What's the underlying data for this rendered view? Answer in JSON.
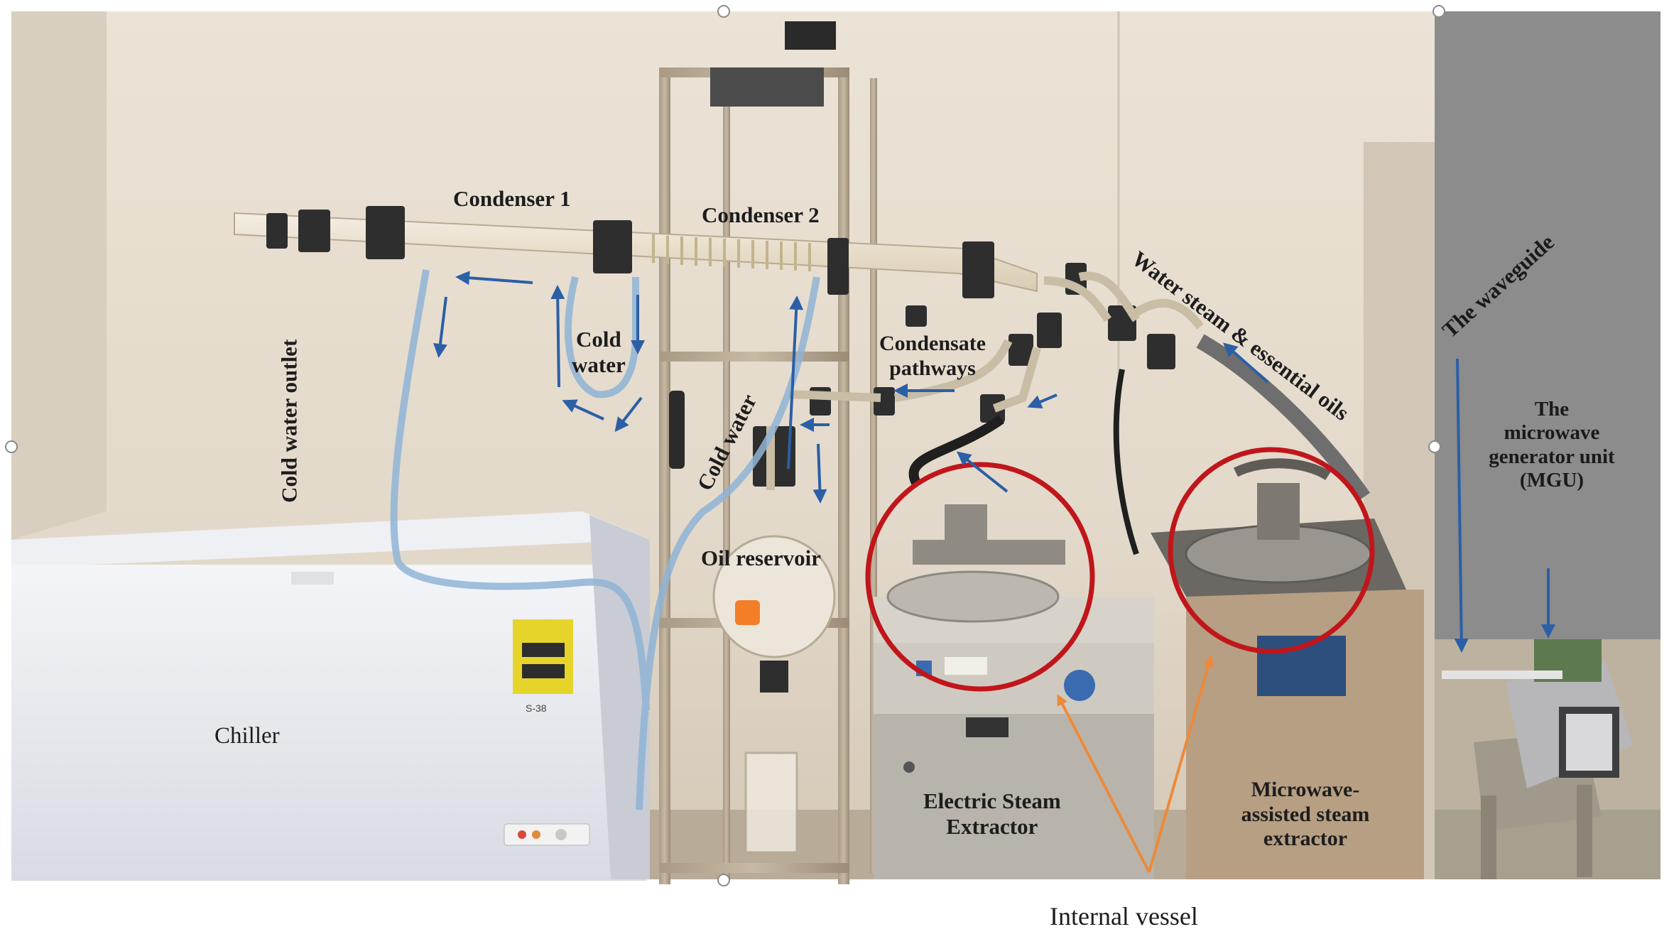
{
  "labels": {
    "condenser1": "Condenser 1",
    "condenser2": "Condenser 2",
    "cold_water_outlet": "Cold water outlet",
    "cold_water_center_line1": "Cold",
    "cold_water_center_line2": "water",
    "cold_water_right": "Cold water",
    "condensate_line1": "Condensate",
    "condensate_line2": "pathways",
    "water_steam": "Water steam & essential oils",
    "waveguide": "The waveguide",
    "mgu_line1": "The",
    "mgu_line2": "microwave",
    "mgu_line3": "generator unit",
    "mgu_line4": "(MGU)",
    "oil_reservoir": "Oil reservoir",
    "chiller": "Chiller",
    "electric_line1": "Electric Steam",
    "electric_line2": "Extractor",
    "microwave_line1": "Microwave-",
    "microwave_line2": "assisted steam",
    "microwave_line3": "extractor",
    "internal_vessel": "Internal vessel",
    "chiller_panel_text": "S-38"
  },
  "colors": {
    "arrow_blue": "#2b5fa6",
    "circle_red": "#c0161b",
    "pointer_orange": "#ed8a3a",
    "wall": "#e6ddd0",
    "side_panel": "#8c8c8c"
  }
}
